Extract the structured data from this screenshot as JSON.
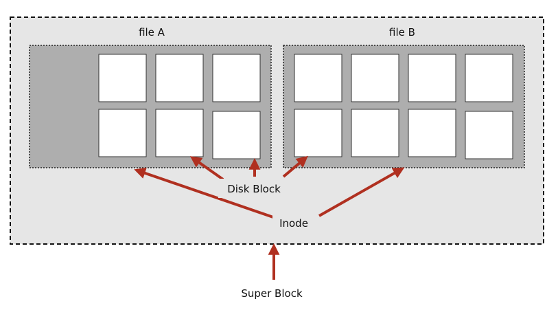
{
  "labels": {
    "file_a": "file A",
    "file_b": "file B",
    "disk_block": "Disk Block",
    "inode": "Inode",
    "super_block": "Super Block"
  },
  "colors": {
    "super_block_fill": "#e6e6e6",
    "inode_fill": "#aeaeae",
    "block_fill": "#ffffff",
    "arrow": "#b03020",
    "dash": "#111111"
  }
}
